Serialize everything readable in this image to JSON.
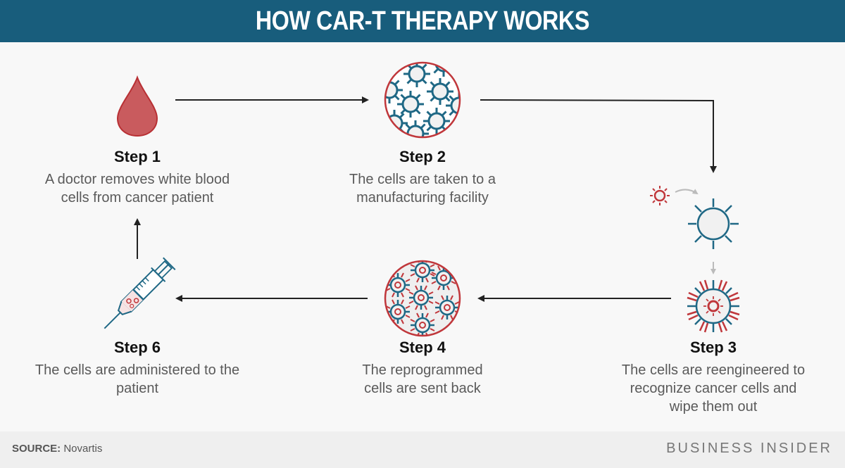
{
  "title": "HOW CAR-T THERAPY WORKS",
  "colors": {
    "header": "#185d7c",
    "teal": "#1f6885",
    "red": "#c0373b",
    "blood": "#c95b5e"
  },
  "steps": [
    {
      "title": "Step 1",
      "desc": "A doctor removes white blood cells from cancer patient",
      "icon": "blood-drop-icon"
    },
    {
      "title": "Step 2",
      "desc": "The cells are taken to a manufacturing facility",
      "icon": "cell-dish-icon"
    },
    {
      "title": "Step 3",
      "desc": "The cells are reengineered to recognize cancer cells and wipe them out",
      "icon": "engineered-cell-icon"
    },
    {
      "title": "Step 4",
      "desc": "The reprogrammed cells are sent back",
      "icon": "reprogrammed-cells-dish-icon"
    },
    {
      "title": "Step 6",
      "desc": "The cells are administered to the patient",
      "icon": "syringe-icon"
    }
  ],
  "footer": {
    "source_label": "SOURCE:",
    "source_value": "Novartis",
    "brand": "BUSINESS INSIDER"
  }
}
